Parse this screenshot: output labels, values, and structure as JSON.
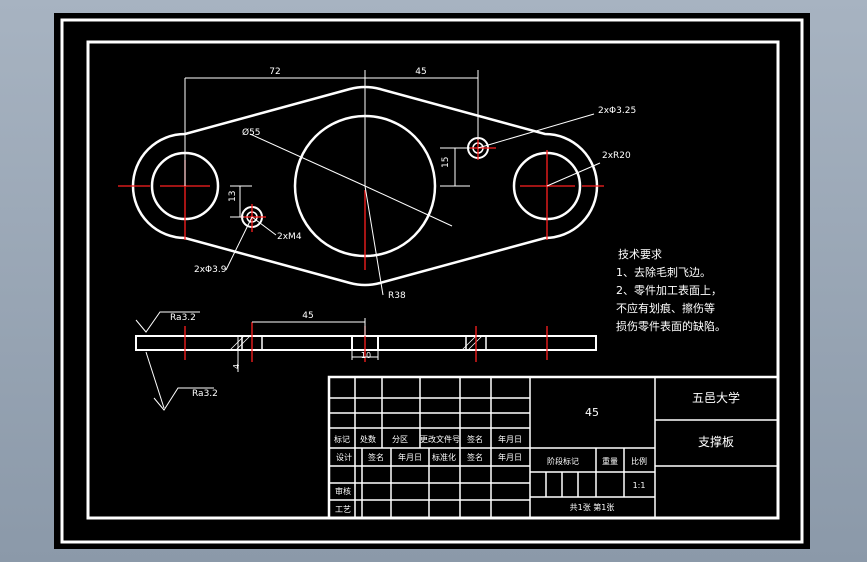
{
  "drawing": {
    "dimensions": {
      "horizontal_72": "72",
      "horizontal_45": "45",
      "vertical_15": "15",
      "vertical_13": "13",
      "diameter_55": "Ø55",
      "radius_38": "R38",
      "holes_2x3_25": "2xΦ3.25",
      "holes_2xr20": "2xR20",
      "holes_2xm4": "2xM4",
      "holes_2x3_9": "2xΦ3.9",
      "section_45": "45",
      "section_10": "10",
      "section_thickness_4": "4"
    },
    "roughness": {
      "top": "Ra3.2",
      "bottom": "Ra3.2"
    },
    "technical_requirements": {
      "heading": "技术要求",
      "line1": "1、去除毛刺飞边。",
      "line2": "2、零件加工表面上，",
      "line3": "不应有划痕、擦伤等",
      "line4": "损伤零件表面的缺陷。"
    },
    "title_block": {
      "material": "45",
      "university": "五邑大学",
      "part_name": "支撑板",
      "labels": {
        "marks": "标记",
        "count": "处数",
        "zone": "分区",
        "change_doc": "更改文件号",
        "sign": "签名",
        "date": "年月日",
        "design": "设计",
        "sign2": "签名",
        "date2": "年月日",
        "standardize": "标准化",
        "sign3": "签名",
        "date3": "年月日",
        "stage_mark": "阶段标记",
        "weight": "重量",
        "scale": "比例",
        "scale_value": "1:1",
        "review": "审核",
        "process": "工艺",
        "sheets": "共1张 第1张"
      }
    }
  }
}
